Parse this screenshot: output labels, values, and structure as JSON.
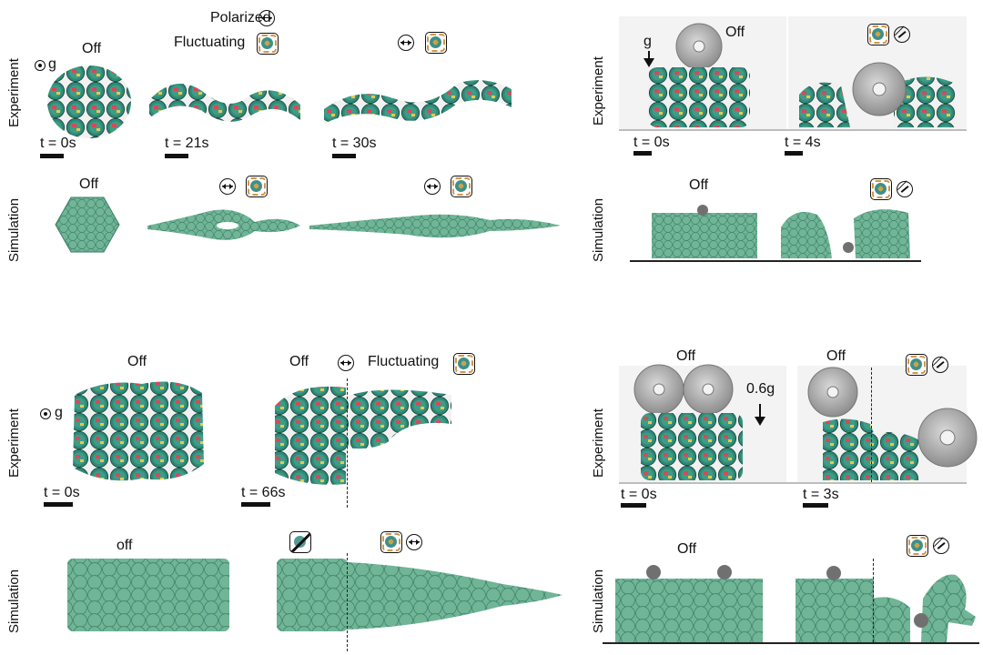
{
  "panel_a": {
    "row_experiment_label": "Experiment",
    "row_simulation_label": "Simulation",
    "gravity_label": "g",
    "exp_off_label": "Off",
    "legend_polarized": "Polarized",
    "legend_fluctuating": "Fluctuating",
    "time_0": "t = 0s",
    "time_1": "t = 21s",
    "time_2": "t = 30s",
    "sim_off_label": "Off"
  },
  "panel_b": {
    "row_experiment_label": "Experiment",
    "row_simulation_label": "Simulation",
    "gravity_label": "g",
    "exp_off_label": "Off",
    "time_0": "t = 0s",
    "time_1": "t = 4s",
    "sim_off_label": "Off"
  },
  "panel_c": {
    "row_experiment_label": "Experiment",
    "row_simulation_label": "Simulation",
    "gravity_label": "g",
    "exp_off_label_0": "Off",
    "exp_off_label_1": "Off",
    "legend_fluctuating": "Fluctuating",
    "time_0": "t = 0s",
    "time_1": "t = 66s",
    "sim_off_label": "off"
  },
  "panel_d": {
    "row_experiment_label": "Experiment",
    "row_simulation_label": "Simulation",
    "gravity_label": "0.6g",
    "exp_off_label_0": "Off",
    "exp_off_label_1": "Off",
    "time_0": "t = 0s",
    "time_1": "t = 3s",
    "sim_off_label": "Off"
  },
  "colors": {
    "robot_green": "#2f8a78",
    "robot_red": "#d8485a",
    "sim_particle": "#6fb596",
    "sim_outline": "#3e7c69",
    "weight_gray": "#a9a9a9",
    "obstacle_gray": "#707070"
  },
  "icons": [
    "polarized-icon",
    "fluctuating-icon",
    "fluctuating-disabled-icon",
    "noisy-icon",
    "gravity-icon"
  ]
}
